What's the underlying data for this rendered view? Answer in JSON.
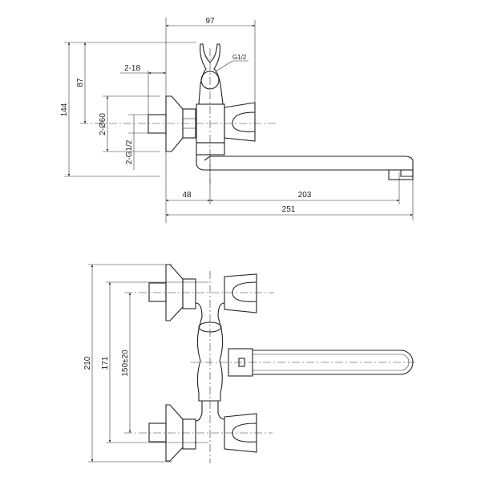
{
  "drawing": {
    "top_view": {
      "dimensions": {
        "width_97": "97",
        "thread_g12": "G1/2",
        "depth_2_18": "2-18",
        "height_87": "87",
        "height_144": "144",
        "diameter_2_60": "2-Ø60",
        "thread_2_g12": "2-G1/2",
        "offset_48": "48",
        "spout_203": "203",
        "total_251": "251"
      }
    },
    "front_view": {
      "dimensions": {
        "height_210": "210",
        "height_171": "171",
        "spacing_150": "150±20"
      }
    }
  }
}
